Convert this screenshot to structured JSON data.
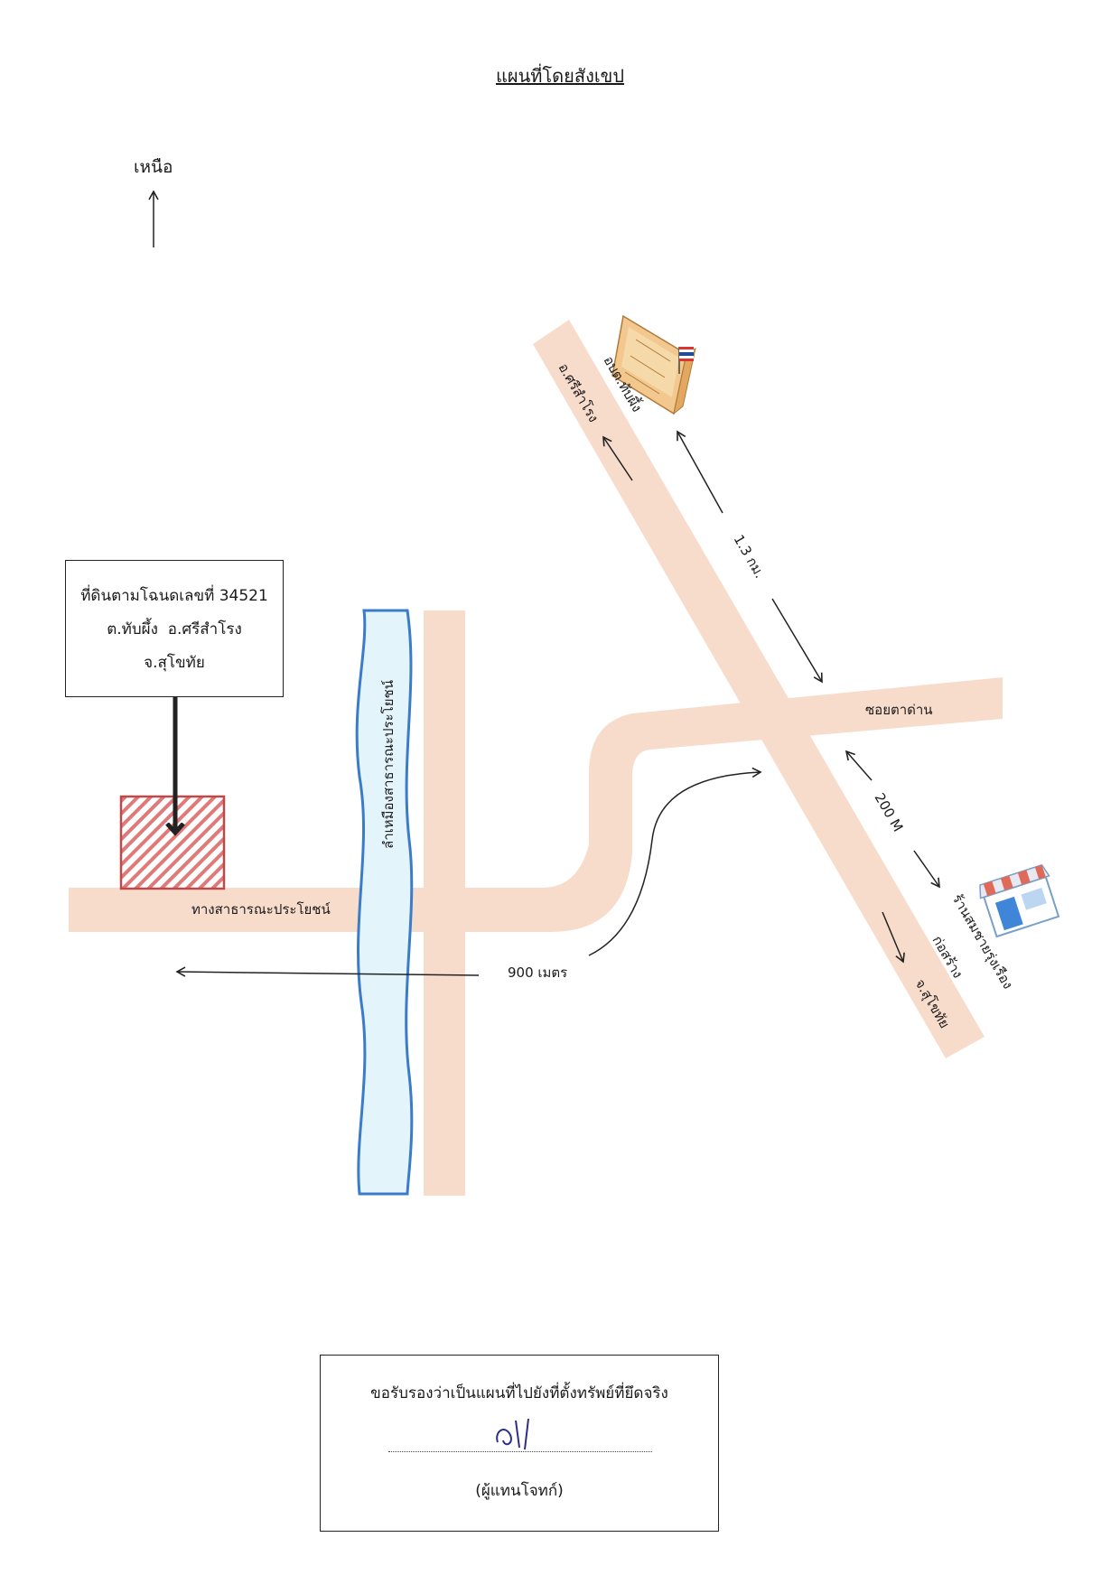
{
  "title": "แผนที่โดยสังเขป",
  "north": {
    "label": "เหนือ",
    "icon": "north-arrow-icon"
  },
  "parcel": {
    "line1": "ที่ดินตามโฉนดเลขที่ 34521",
    "line2": "ต.ทับผึ้ง  อ.ศรีสำโรง",
    "line3": "จ.สุโขทัย"
  },
  "roads": {
    "public_road": "ทางสาธารณะประโยชน์",
    "soi": "ซอยตาด่าน"
  },
  "canal": "ลำเหมืองสาธารณะประโยชน์",
  "places": {
    "district_direction": "อ.ศรีสำโรง",
    "office": "อบต.ทับผึ้ง",
    "shop": "ร้านสมชายรุ่งเรือง",
    "construction": "ก่อสร้าง",
    "province_direction": "จ.สุโขทัย"
  },
  "distances": {
    "to_office": "1.3 กม.",
    "to_shop": "200 M",
    "to_parcel": "900 เมตร"
  },
  "certification": {
    "text": "ขอรับรองว่าเป็นแผนที่ไปยังที่ตั้งทรัพย์ที่ยึดจริง",
    "role": "(ผู้แทนโจทก์)"
  },
  "colors": {
    "road": "#f8dccb",
    "canal_fill": "#e4f4fb",
    "canal_border": "#3a7cc8",
    "parcel_hatch": "#d65c5c"
  }
}
